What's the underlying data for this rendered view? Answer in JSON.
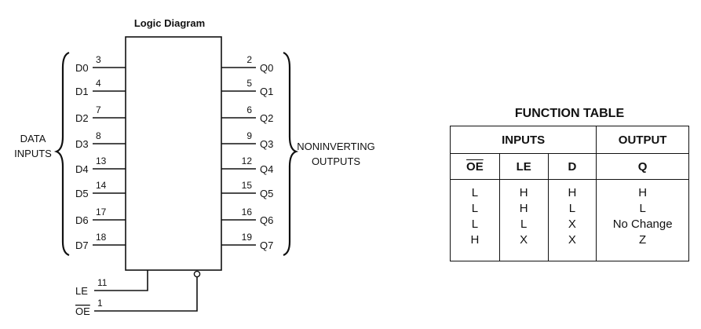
{
  "diagram": {
    "title": "Logic Diagram",
    "data_inputs_label": [
      "DATA",
      "INPUTS"
    ],
    "outputs_label": [
      "NONINVERTING",
      "OUTPUTS"
    ],
    "inputs": [
      {
        "name": "D0",
        "pin": "3"
      },
      {
        "name": "D1",
        "pin": "4"
      },
      {
        "name": "D2",
        "pin": "7"
      },
      {
        "name": "D3",
        "pin": "8"
      },
      {
        "name": "D4",
        "pin": "13"
      },
      {
        "name": "D5",
        "pin": "14"
      },
      {
        "name": "D6",
        "pin": "17"
      },
      {
        "name": "D7",
        "pin": "18"
      }
    ],
    "outputs": [
      {
        "name": "Q0",
        "pin": "2"
      },
      {
        "name": "Q1",
        "pin": "5"
      },
      {
        "name": "Q2",
        "pin": "6"
      },
      {
        "name": "Q3",
        "pin": "9"
      },
      {
        "name": "Q4",
        "pin": "12"
      },
      {
        "name": "Q5",
        "pin": "15"
      },
      {
        "name": "Q6",
        "pin": "16"
      },
      {
        "name": "Q7",
        "pin": "19"
      }
    ],
    "le": {
      "name": "LE",
      "pin": "11"
    },
    "oe": {
      "name": "OE",
      "pin": "1"
    }
  },
  "function_table": {
    "title": "FUNCTION TABLE",
    "group_inputs": "INPUTS",
    "group_output": "OUTPUT",
    "columns": [
      "OE",
      "LE",
      "D",
      "Q"
    ],
    "rows": [
      [
        "L",
        "H",
        "H",
        "H"
      ],
      [
        "L",
        "H",
        "L",
        "L"
      ],
      [
        "L",
        "L",
        "X",
        "No Change"
      ],
      [
        "H",
        "X",
        "X",
        "Z"
      ]
    ]
  }
}
